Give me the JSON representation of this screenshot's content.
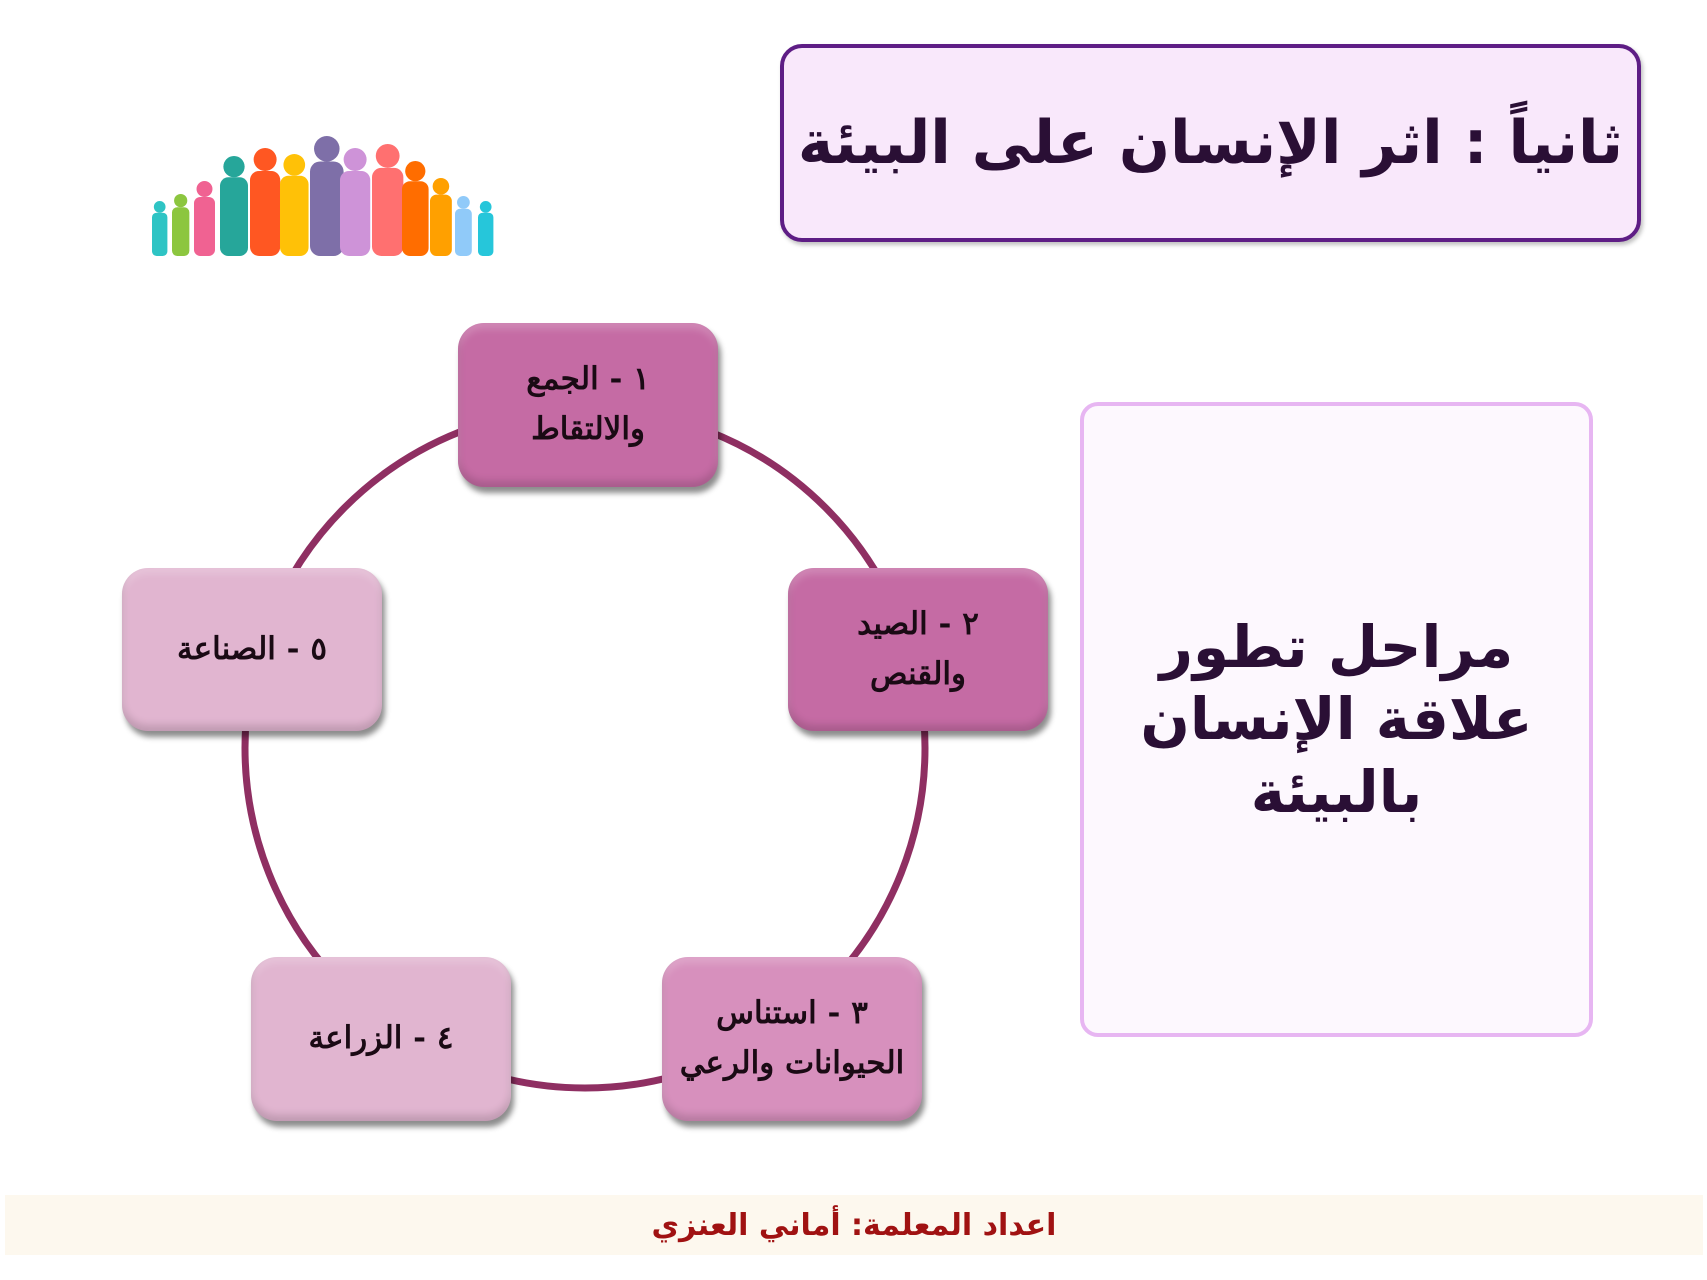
{
  "title": "ثانياً : اثر الإنسان على البيئة",
  "side_label": "مراحل تطور علاقة الإنسان بالبيئة",
  "stages": [
    {
      "label": "١ - الجمع\nوالالتقاط"
    },
    {
      "label": "٢ - الصيد\nوالقنص"
    },
    {
      "label": "٣ - استناس\nالحيوانات والرعي"
    },
    {
      "label": "٤ - الزراعة"
    },
    {
      "label": "٥ - الصناعة"
    }
  ],
  "footer": "اعداد المعلمة: أماني العنزي",
  "colors": {
    "title_border": "#5e1d85",
    "stage_dark": "#c56ba4",
    "stage_light": "#e1b5d0",
    "ring": "#8f2f62",
    "footer_text": "#a01212"
  }
}
